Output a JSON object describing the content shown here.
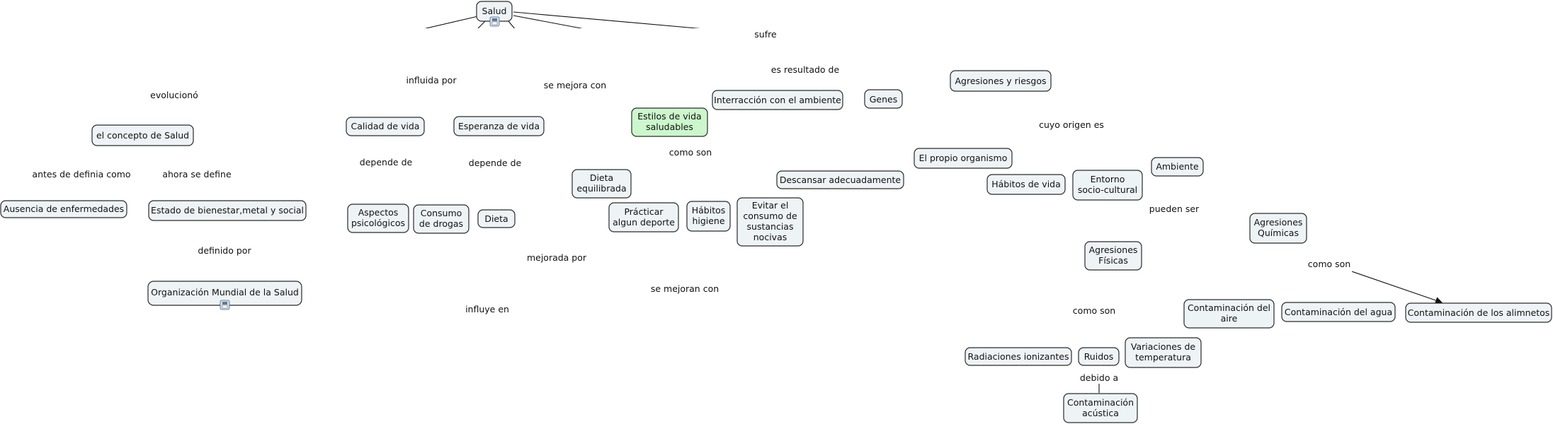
{
  "nodes": [
    {
      "id": "salud",
      "text": [
        "Salud"
      ]
    },
    {
      "id": "concepto",
      "text": [
        "el concepto de Salud"
      ]
    },
    {
      "id": "ausencia",
      "text": [
        "Ausencia de enfermedades"
      ]
    },
    {
      "id": "estado",
      "text": [
        "Estado de bienestar,metal y social"
      ]
    },
    {
      "id": "oms",
      "text": [
        "Organización Mundial de la Salud"
      ]
    },
    {
      "id": "calidad",
      "text": [
        "Calidad de vida"
      ]
    },
    {
      "id": "esperanza",
      "text": [
        "Esperanza de vida"
      ]
    },
    {
      "id": "aspectos",
      "text": [
        "Aspectos",
        "psicológicos"
      ]
    },
    {
      "id": "consumo",
      "text": [
        "Consumo",
        "de drogas"
      ]
    },
    {
      "id": "dieta",
      "text": [
        "Dieta"
      ]
    },
    {
      "id": "estilos",
      "text": [
        "Estilos de vida",
        "saludables"
      ]
    },
    {
      "id": "dietaeq",
      "text": [
        "Dieta",
        "equilibrada"
      ]
    },
    {
      "id": "deporte",
      "text": [
        "Prácticar",
        "algun deporte"
      ]
    },
    {
      "id": "habhig",
      "text": [
        "Hábitos",
        "higiene"
      ]
    },
    {
      "id": "evitar",
      "text": [
        "Evitar el",
        "consumo de",
        "sustancias",
        "nocivas"
      ]
    },
    {
      "id": "descansar",
      "text": [
        "Descansar adecuadamente"
      ]
    },
    {
      "id": "interraccion",
      "text": [
        "Interracción con el ambiente"
      ]
    },
    {
      "id": "genes",
      "text": [
        "Genes"
      ]
    },
    {
      "id": "agresiones",
      "text": [
        "Agresiones y riesgos"
      ]
    },
    {
      "id": "propio",
      "text": [
        "El propio organismo"
      ]
    },
    {
      "id": "habvida",
      "text": [
        "Hábitos de vida"
      ]
    },
    {
      "id": "entorno",
      "text": [
        "Entorno",
        "socio-cultural"
      ]
    },
    {
      "id": "ambiente",
      "text": [
        "Ambiente"
      ]
    },
    {
      "id": "quimicas",
      "text": [
        "Agresiones",
        "Químicas"
      ]
    },
    {
      "id": "fisicas",
      "text": [
        "Agresiones",
        "Físicas"
      ]
    },
    {
      "id": "contaire",
      "text": [
        "Contaminación del",
        "aire"
      ]
    },
    {
      "id": "contagua",
      "text": [
        "Contaminación del agua"
      ]
    },
    {
      "id": "contalim",
      "text": [
        "Contaminación de los alimnetos"
      ]
    },
    {
      "id": "radiaciones",
      "text": [
        "Radiaciones ionizantes"
      ]
    },
    {
      "id": "ruidos",
      "text": [
        "Ruidos"
      ]
    },
    {
      "id": "variaciones",
      "text": [
        "Variaciones de",
        "temperatura"
      ]
    },
    {
      "id": "contacustica",
      "text": [
        "Contaminación",
        "acústica"
      ]
    }
  ],
  "links": [
    {
      "id": "evoluciono",
      "text": "evolucionó"
    },
    {
      "id": "antes",
      "text": "antes de definia como"
    },
    {
      "id": "ahora",
      "text": "ahora se define"
    },
    {
      "id": "definido",
      "text": "definido por"
    },
    {
      "id": "influida",
      "text": "influida por"
    },
    {
      "id": "depende1",
      "text": "depende de"
    },
    {
      "id": "depende2",
      "text": "depende de"
    },
    {
      "id": "semejora",
      "text": "se mejora con"
    },
    {
      "id": "comoson1",
      "text": "como son"
    },
    {
      "id": "mejorada",
      "text": "mejorada por"
    },
    {
      "id": "influye",
      "text": "influye en"
    },
    {
      "id": "semejoran",
      "text": "se mejoran con"
    },
    {
      "id": "esresultado",
      "text": "es resultado de"
    },
    {
      "id": "sufre",
      "text": "sufre"
    },
    {
      "id": "cuyo",
      "text": "cuyo origen es"
    },
    {
      "id": "pueden",
      "text": "pueden ser"
    },
    {
      "id": "comoson2",
      "text": "como son"
    },
    {
      "id": "comoson3",
      "text": "como son"
    },
    {
      "id": "debido",
      "text": "debido a"
    }
  ]
}
